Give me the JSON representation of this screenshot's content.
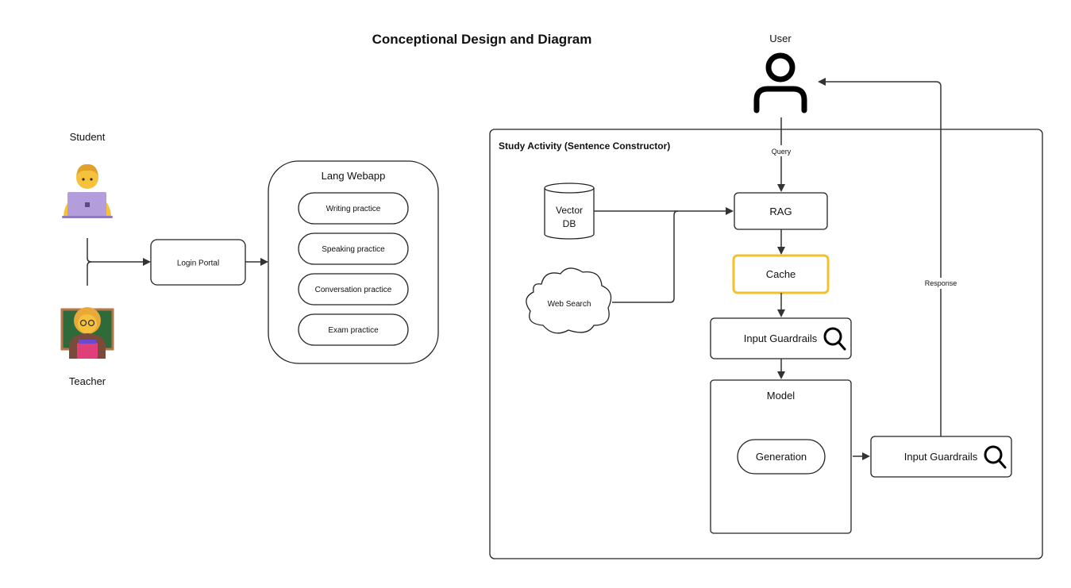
{
  "title": "Conceptional Design and Diagram",
  "actors": {
    "student": "Student",
    "teacher": "Teacher",
    "user": "User"
  },
  "login_portal": "Login Portal",
  "webapp": {
    "title": "Lang Webapp",
    "items": [
      "Writing practice",
      "Speaking practice",
      "Conversation practice",
      "Exam practice"
    ]
  },
  "study_activity": {
    "title": "Study Activity (Sentence Constructor)",
    "vector_db_line1": "Vector",
    "vector_db_line2": "DB",
    "web_search": "Web Search",
    "rag": "RAG",
    "cache": "Cache",
    "input_guardrails": "Input Guardrails",
    "model": "Model",
    "generation": "Generation",
    "output_guardrails": "Input Guardrails",
    "query_label": "Query",
    "response_label": "Response"
  },
  "colors": {
    "stroke": "#222222",
    "cache_border": "#f2c12e",
    "student_laptop": "#b39ddb",
    "avatar_skin": "#f6c23c",
    "chalkboard": "#2f6b3a",
    "chalkboard_frame": "#b5764a",
    "teacher_book": "#e0407a"
  },
  "icons": [
    "student-avatar-icon",
    "teacher-avatar-icon",
    "user-person-icon",
    "magnifier-icon",
    "database-cylinder-icon",
    "cloud-icon"
  ]
}
